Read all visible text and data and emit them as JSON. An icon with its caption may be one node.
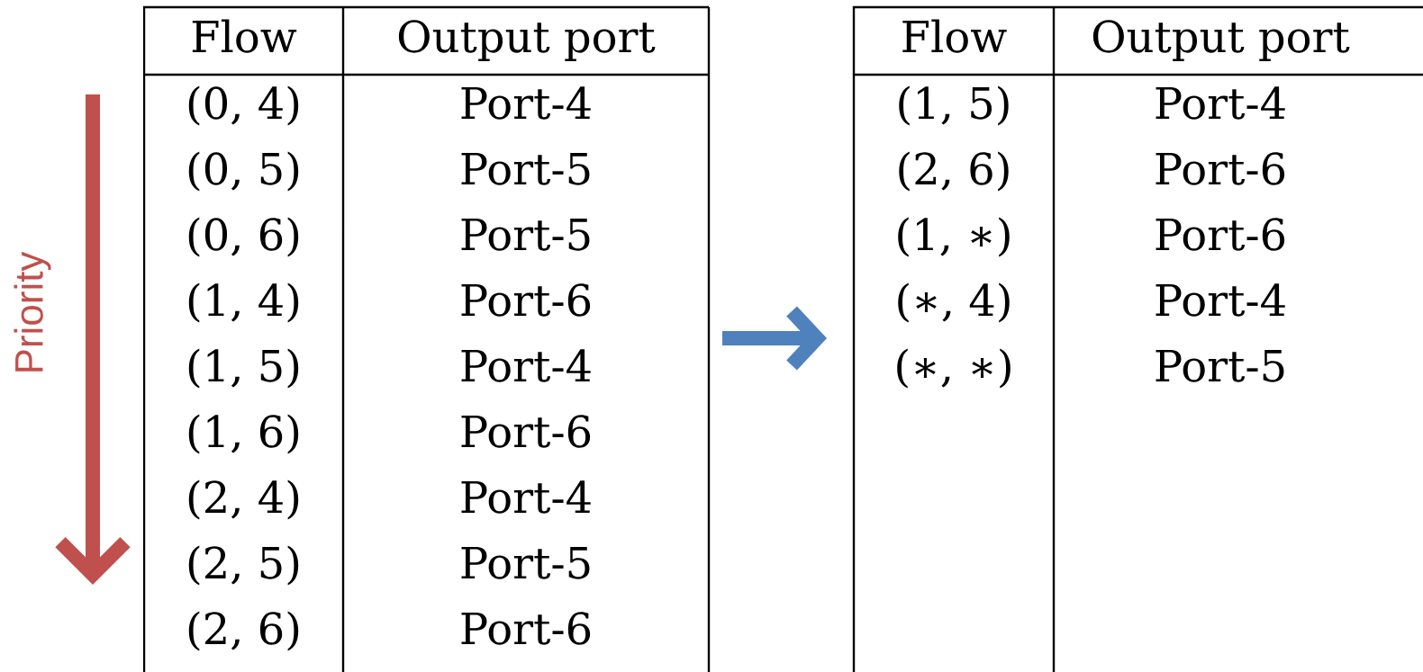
{
  "diagram": {
    "labels": [
      "Priority",
      "Flow",
      "Output port",
      "(0, 4)",
      "Port-4",
      "(0, 5)",
      "Port-5",
      "(0, 6)",
      "Port-5",
      "(1, 4)",
      "Port-6",
      "(1, 5)",
      "Port-4",
      "(1, 6)",
      "Port-6",
      "(2, 4)",
      "Port-4",
      "(2, 5)",
      "Port-5",
      "(2, 6)",
      "Port-6",
      "Flow",
      "Output port",
      "(1, 5)",
      "Port-4",
      "(2, 6)",
      "Port-6",
      "(1, ∗)",
      "Port-6",
      "(∗, 4)",
      "Port-4",
      "(∗, ∗)",
      "Port-5"
    ]
  }
}
